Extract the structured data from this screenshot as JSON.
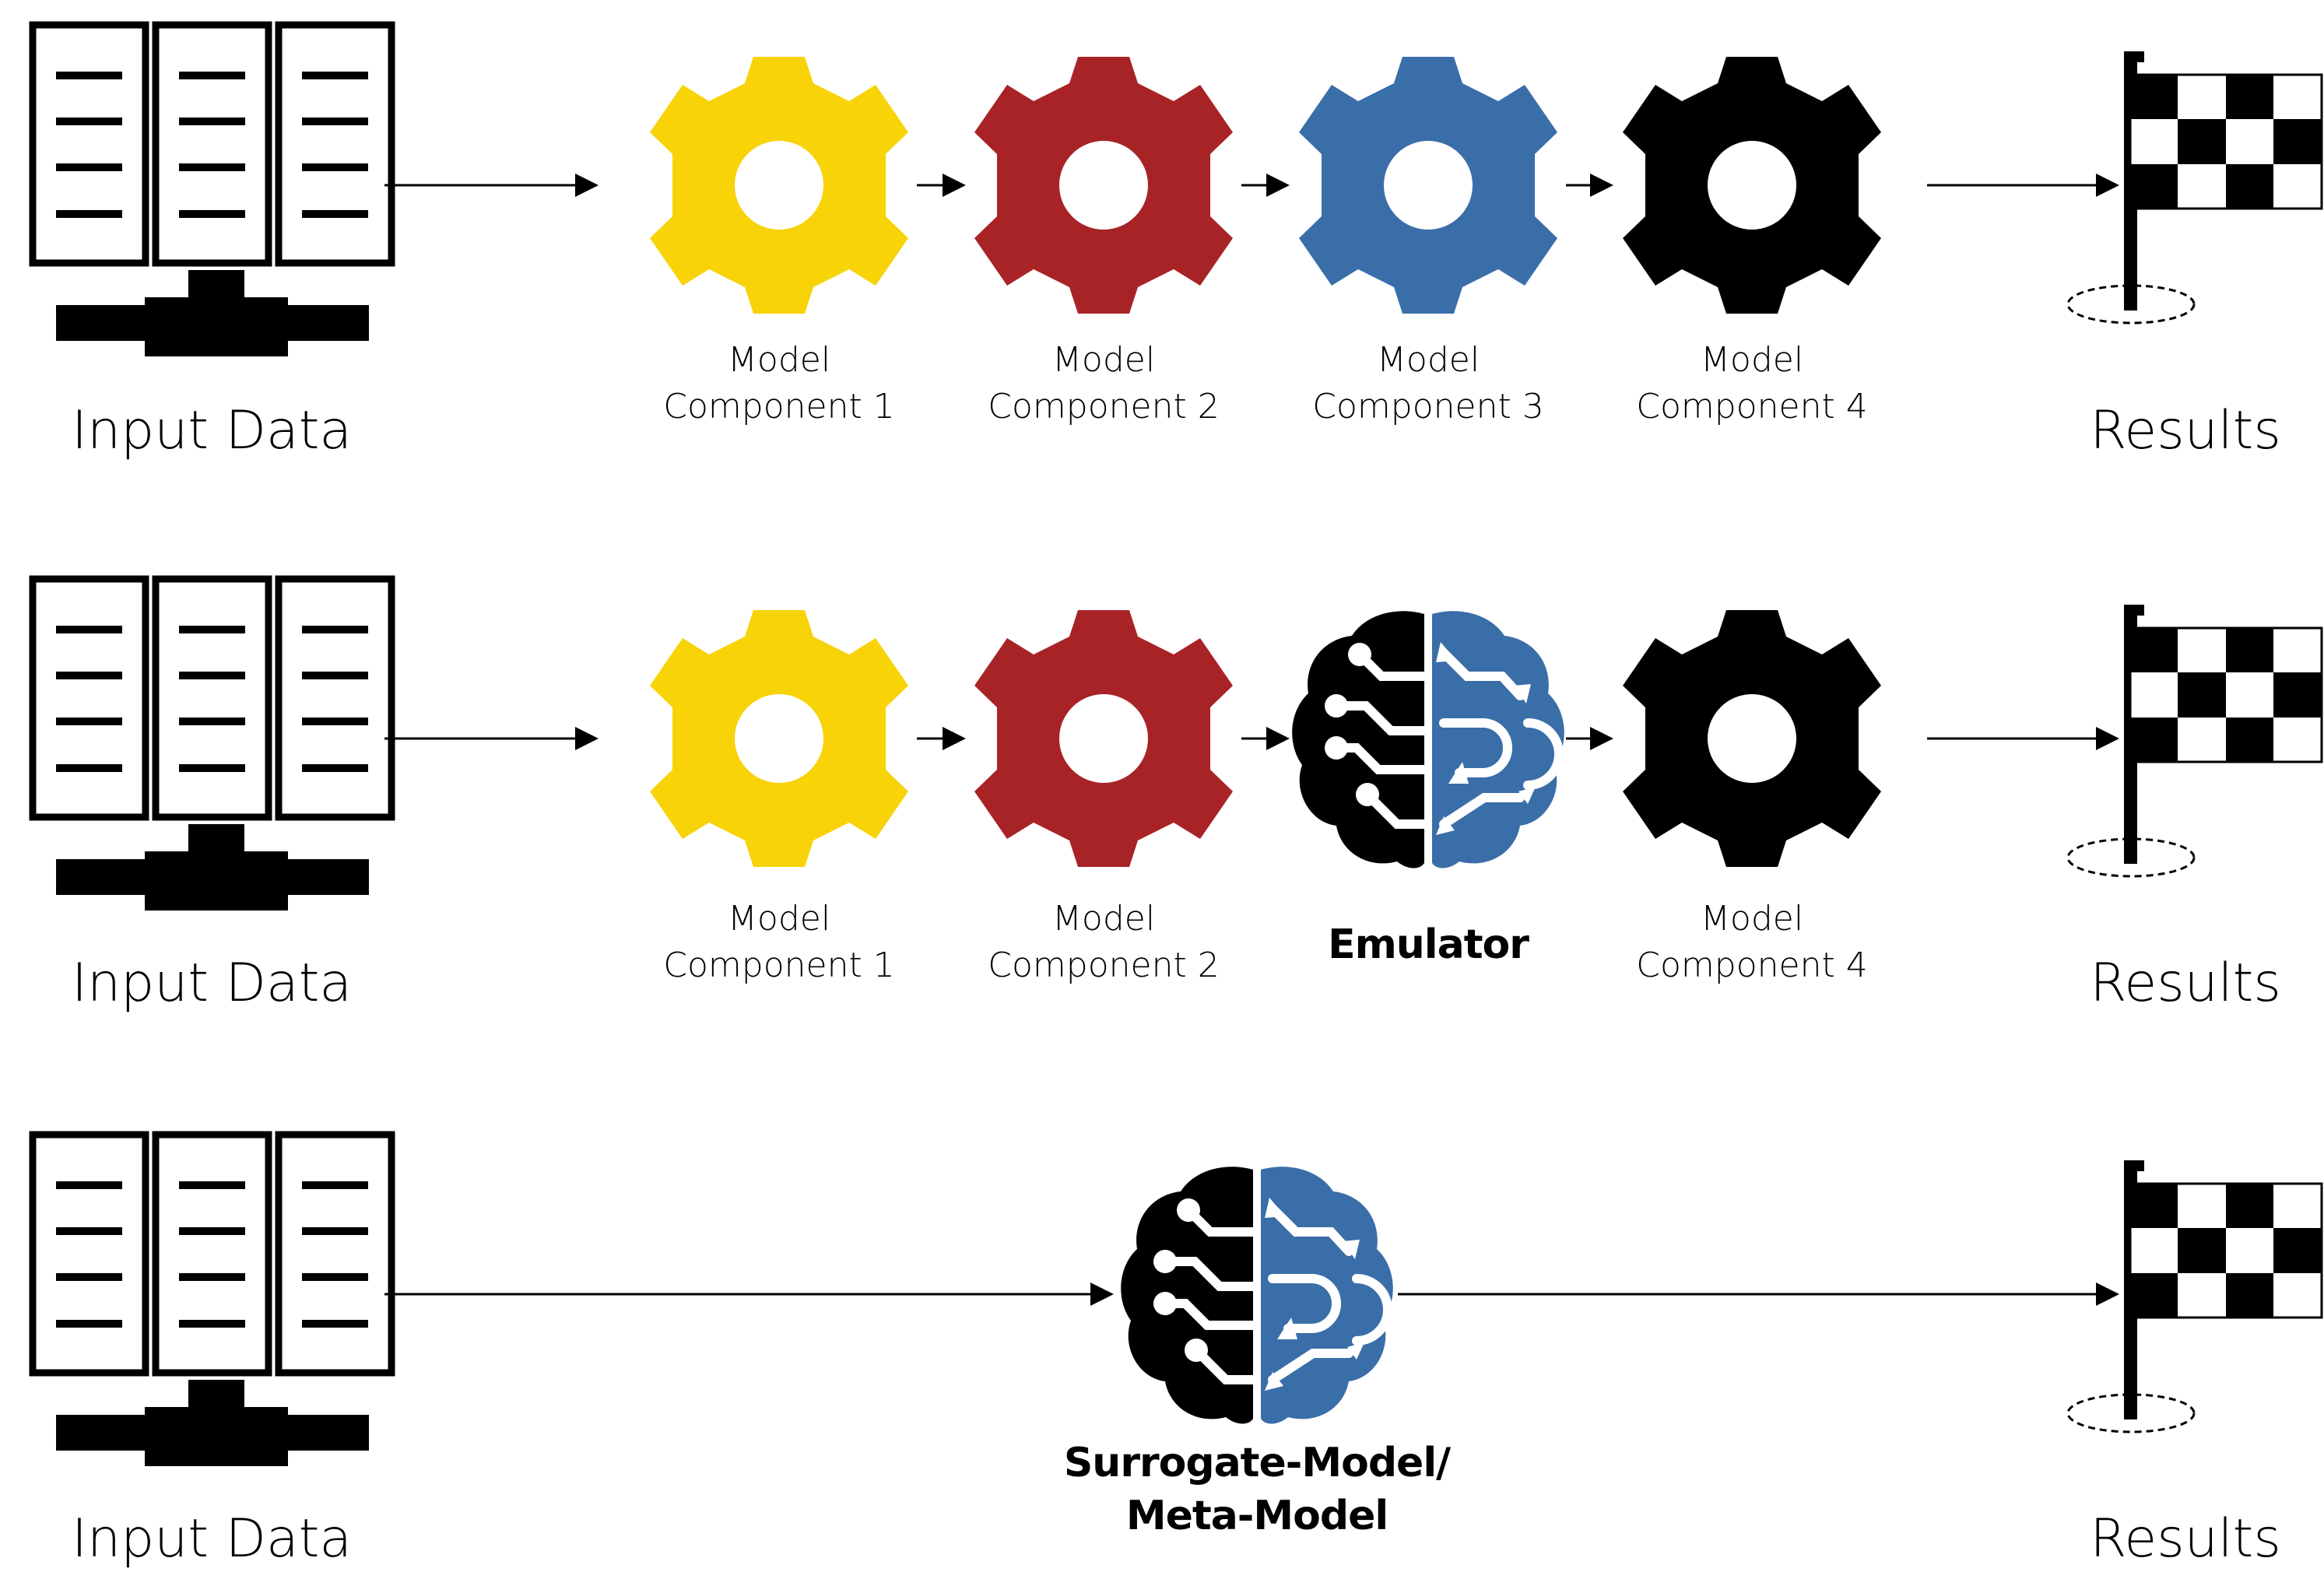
{
  "colors": {
    "component_1": "#F7D308",
    "component_2": "#A82326",
    "component_3": "#3A6EA8",
    "component_4": "#000000",
    "brain_right": "#3A6EA8",
    "brain_left": "#000000"
  },
  "icons": [
    "server-rack-icon",
    "gear-icon",
    "brain-circuit-icon",
    "checkered-flag-icon",
    "arrow-right-icon"
  ],
  "rows": [
    {
      "input_label": "Input Data",
      "components": [
        {
          "line1": "Model",
          "line2": "Component 1"
        },
        {
          "line1": "Model",
          "line2": "Component 2"
        },
        {
          "line1": "Model",
          "line2": "Component 3"
        },
        {
          "line1": "Model",
          "line2": "Component 4"
        }
      ],
      "results_label": "Results"
    },
    {
      "input_label": "Input Data",
      "components": [
        {
          "line1": "Model",
          "line2": "Component 1"
        },
        {
          "line1": "Model",
          "line2": "Component 2"
        },
        {
          "emulator": "Emulator"
        },
        {
          "line1": "Model",
          "line2": "Component 4"
        }
      ],
      "results_label": "Results"
    },
    {
      "input_label": "Input Data",
      "surrogate_line1": "Surrogate-Model/",
      "surrogate_line2": "Meta-Model",
      "results_label": "Results"
    }
  ]
}
